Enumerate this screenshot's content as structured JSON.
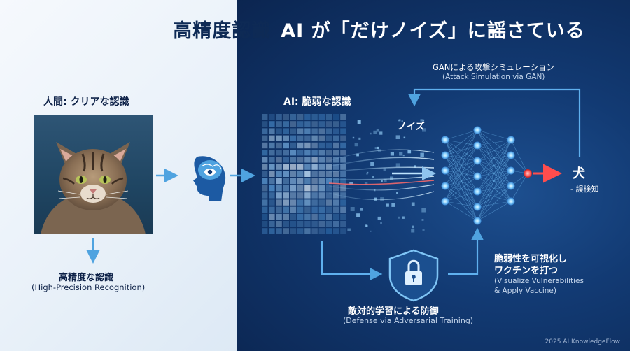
{
  "title": {
    "part1": "高精度認識",
    "part2": "AI が「だけノイズ」に謡さている"
  },
  "human": {
    "heading": "人間: クリアな認識",
    "result_jp": "高精度な認識",
    "result_en": "(High-Precision Recognition)"
  },
  "ai": {
    "heading": "AI: 脆弱な認識",
    "noise_label": "ノイズ"
  },
  "gan": {
    "label_jp": "GANによる攻撃シミュレーション",
    "label_en": "(Attack Simulation via GAN)"
  },
  "output": {
    "label": "犬",
    "sub": "- 誤検知"
  },
  "vulnerability": {
    "line1": "脆弱性を可視化し",
    "line2": "ワクチンを打つ",
    "en1": "(Visualize Vulnerabilities",
    "en2": "& Apply Vaccine)"
  },
  "defense": {
    "label_jp": "敵対的学習による防御",
    "label_en": "(Defense via Adversarial Training)"
  },
  "footer": {
    "copyright": "2025 AI KnowledgeFlow"
  },
  "icons": {
    "brain": "brain-head-icon",
    "shield": "shield-lock-icon",
    "cat": "cat-photo"
  },
  "colors": {
    "accent_blue": "#4fa3e0",
    "node_glow": "#8fd4ff",
    "alert_red": "#ff4d4d",
    "dark_text": "#0e2248"
  }
}
